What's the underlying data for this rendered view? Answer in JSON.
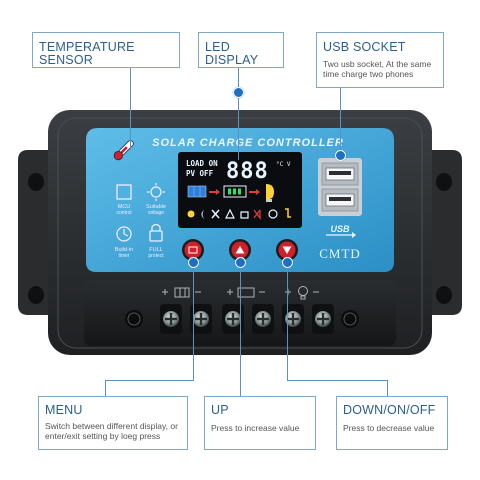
{
  "callouts": {
    "temperature_sensor": {
      "title": "TEMPERATURE SENSOR"
    },
    "led_display": {
      "title": "LED DISPLAY"
    },
    "usb_socket": {
      "title": "USB SOCKET",
      "desc": "Two usb socket, At the same time charge two phones"
    },
    "menu": {
      "title": "MENU",
      "desc": "Switch between different display, or enter/exit setting by loeg press"
    },
    "up": {
      "title": "UP",
      "desc": "Press to increase value"
    },
    "down": {
      "title": "DOWN/ON/OFF",
      "desc": "Press to decrease value"
    }
  },
  "device": {
    "header": "SOLAR CHARGE CONTROLLER",
    "brand": "CMTD",
    "lcd": {
      "load_on": "LOAD ON",
      "pv_off": "PV OFF",
      "digits": "888",
      "unit": "°C V"
    },
    "feature_labels": {
      "mcu": "MCU",
      "mcu_sub": "control",
      "suitable": "Suitable",
      "suitable_sub": "voltage",
      "builtin": "Build-in",
      "builtin_sub": "timer",
      "full": "FULL",
      "full_sub": "protect"
    },
    "usb_label": "USB",
    "colors": {
      "panel": "#3aa3d6",
      "housing": "#2d3033",
      "accent": "#2c5f8d",
      "button_red": "#d0202a"
    }
  }
}
